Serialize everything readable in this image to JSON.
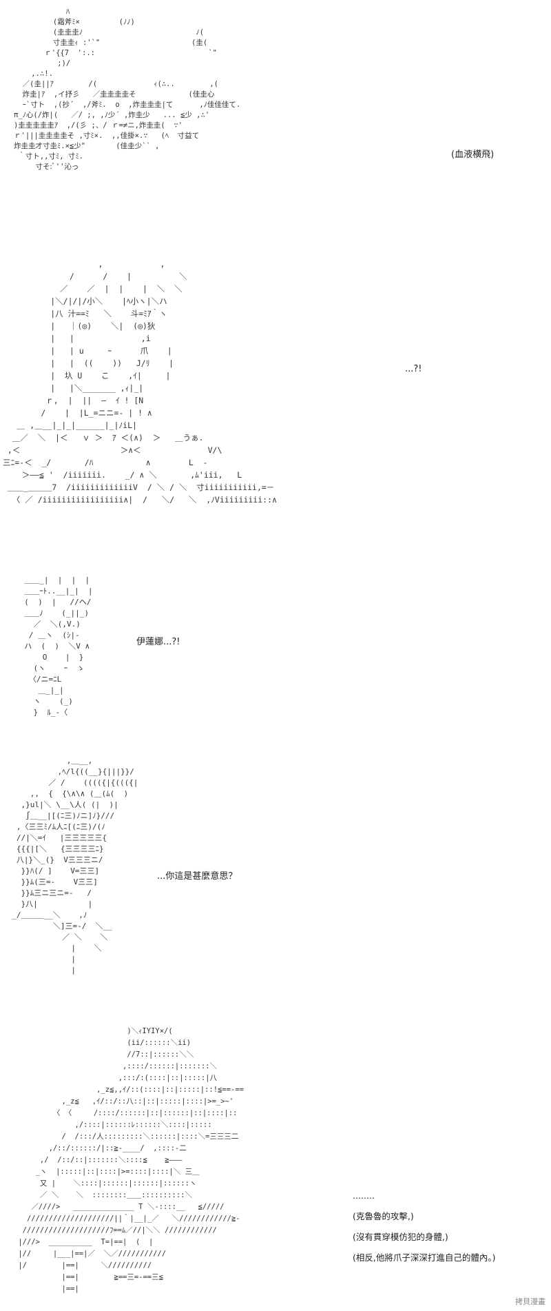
{
  "panel1": {
    "caption": "(血液横飛)",
    "art": "            ﾊ\n         (霜斧ﾐ×         (ﾉﾉ)\n         (圭圭圭ﾉ                          ﾉ(\n         寸圭圭ｨ :'`\"                     (圭(\n       ｒ'{{7  ':.:                          `\"\n          ;)/\n    ,.∴!.\n  ／(圭||ｱ        /(             ｨ(∴..        ,(\n  炸圭|ｱ  ,イ抒彡   ／圭圭圭圭そ            (佳圭心\n  ｰ`寸ト  ,(抄´  ,/斧ﾐ.  o  ,炸圭圭圭|て      ,ﾉ佳佳佳て.\nπ_ﾉ心(/炸|(   ／/ ;, ,ﾉ少´ ,炸圭少   ... ≦少 ,∴'\n)圭圭圭圭圭ｱ  ,/(彡 ;、/ ｒ=≠ニ,炸圭圭(  ∵'\nｒ'|||圭圭圭圭そ ,寸ﾐ×.  ,,佳掛×.∵   (ﾍ  寸益て\n炸圭圭才寸圭ﾐ.×≦少\"       (佳圭少`` ,\n ｀寸ト,,寸ﾐ, 寸ﾐ.\n     寸そ:ﾞ''沁っ"
  },
  "panel2": {
    "caption": "...?!",
    "art": "                    ,            ,\n              /      /    |          ＼\n            ／    ／  |  |    |  ＼  ＼\n          |＼/|/|/小＼    |ﾍ小ヽ|＼ハ\n          |八 汁==ﾐ   ＼    斗=ﾐｱ｀ヽ\n          |   ｜(◎)    ＼|  (◎)狄\n          |   |              ,i\n          |   | u     ｰ      爪    |\n          |   |  ((    ))   J/ﾘ    |\n          |  圦 U    こ    ,ｲ|     |\n          |   |＼_______ ,ｨ|_|\n         ｒ,  |  ||  ―  ｲ ! [N\n        /    |  |L_=ニニ=- | ! ∧\n   ＿ ,＿__|_|_|______|_|ﾉiL|\n  ＿／  ＼  |＜   ｖ ＞  ｱ ＜(∧)  ＞   ＿うぁ.\n ,＜                     ＞∧＜              V/\\\n三ﾆ=-＜  _/       /ﾊ           ∧        L  -\n    ＞――≦ '  /iiiiiii.    _/ ∧ ＼       ,ﾑ'iii,   L\n ＿＿_＿＿＿7  /iiiiiiiiiiiiiV  / ＼ / ＼  寸iiiiiiiiiii,=－\n  〈 ／ /iiiiiiiiiiiiiiiii∧|  /   ＼/   ＼  ,ﾉViiiiiiiii::∧"
  },
  "panel3": {
    "caption": "伊蓮娜...?!",
    "art": "  ＿＿_|  |  |  |\n  ＿＿ｰﾄ..__|_|  |\n  (  )  |   //ヘ/\n  ＿＿ﾉ    (_||_)\n    ／  ＼(,V.)\n   / ＿ヽ  (ｼ|-\n  ハ  (  )  ＼V ∧\n      O    |  }\n    (ヽ    ｰ  ゝ\n   〈/ニ=ﾆL\n     ＿_|_|\n    ヽ    (_)\n    }  ﾙ_-〈"
  },
  "panel4": {
    "caption": "...你這是甚麼意思？",
    "art": "              ,＿__,\n            ,ﾍ/l{((__}{|||}}/\n          ／ /    (((({|{((({|\n      ,,  {  {\\∧\\∧ (＿(ﾑ(  )\n    ,}ul|＼ \\__\\人( (|  )|\n     ∫＿__|[(ﾆ三)ﾉニ]ﾉ}///\n   ,〈三三ﾐ/ﾑ人ﾆ[(ﾆ三)/(ﾉ\n   //|＼=ｲ   |三三三三三{\n   {{{|[＼   {三三三三ﾆ}\n   八|}＼_(}  V三三三ニ/\n    }}ﾊ(/ ]    V=三三]\n    }}ﾑ(三=-    V三三]\n    }}ﾑ三ニ三ニ=-   /\n    }八|           |\n  _/＿＿＿__＼    ,ﾉ\n           ＼]三=-/  ＼__\n             ／ ＼    ＼\n               |    ＼\n               |\n               |"
  },
  "panel5": {
    "narration": [
      "........",
      "(克魯魯的攻擊,)",
      "(沒有貫穿模仿犯的身體,)",
      "(相反,他將爪子深深打進自己的體內。)"
    ],
    "art": "                          )＼ｨIYIY×/(\n                          (ii/::::::＼ii)\n                          //7::|::::::＼＼\n                         ,::::/::::::|:::::::＼\n                        ,:::/:(::::|::|:::::|八\n                   ,_z≦,,ｲ/::(::::|::|:::::|::!≦==-==\n           ,_z≦   ,ｲ/::/::八::|::|:::::|::::|>=_>~'\n         〈 〈     /::::/::::::|::|::::::|::|::::|::\n              ,/::::|::::::ﾚ::::::＼::::|:::::\n           /  /:::/人:::::::::＼::::::|::::＼=三三三二\n        ,/::/::::::/|::≧-____/  ,::::-二\n      ,/  /::/::|:::::::＼::::≦    ≧―――\n     _ヽ  |:::::|::|::::|>=::::|::::|＼ 三＿\n      又 |    ＼::::|::::::|::::::|::::::ヽ\n      ／ ＼    ＼  ::::::::＿＿::::::::::＼\n    ／////>   ______________ T ＼-::::__   ≦/////\n   ////////////////////||｀|__|_／   ＼////////////≧-\n  ////////////////////ﾌ==ﾑ／//|＼＼ ////////////\n |///>  __________  T=|==|  (  |\n |//     |___|==|／  ＼／///////////\n |/        |==|     ＼//////////\n           |==|        ≧==三=-==三≦\n           |==|"
  },
  "watermark": "拷貝漫畫"
}
